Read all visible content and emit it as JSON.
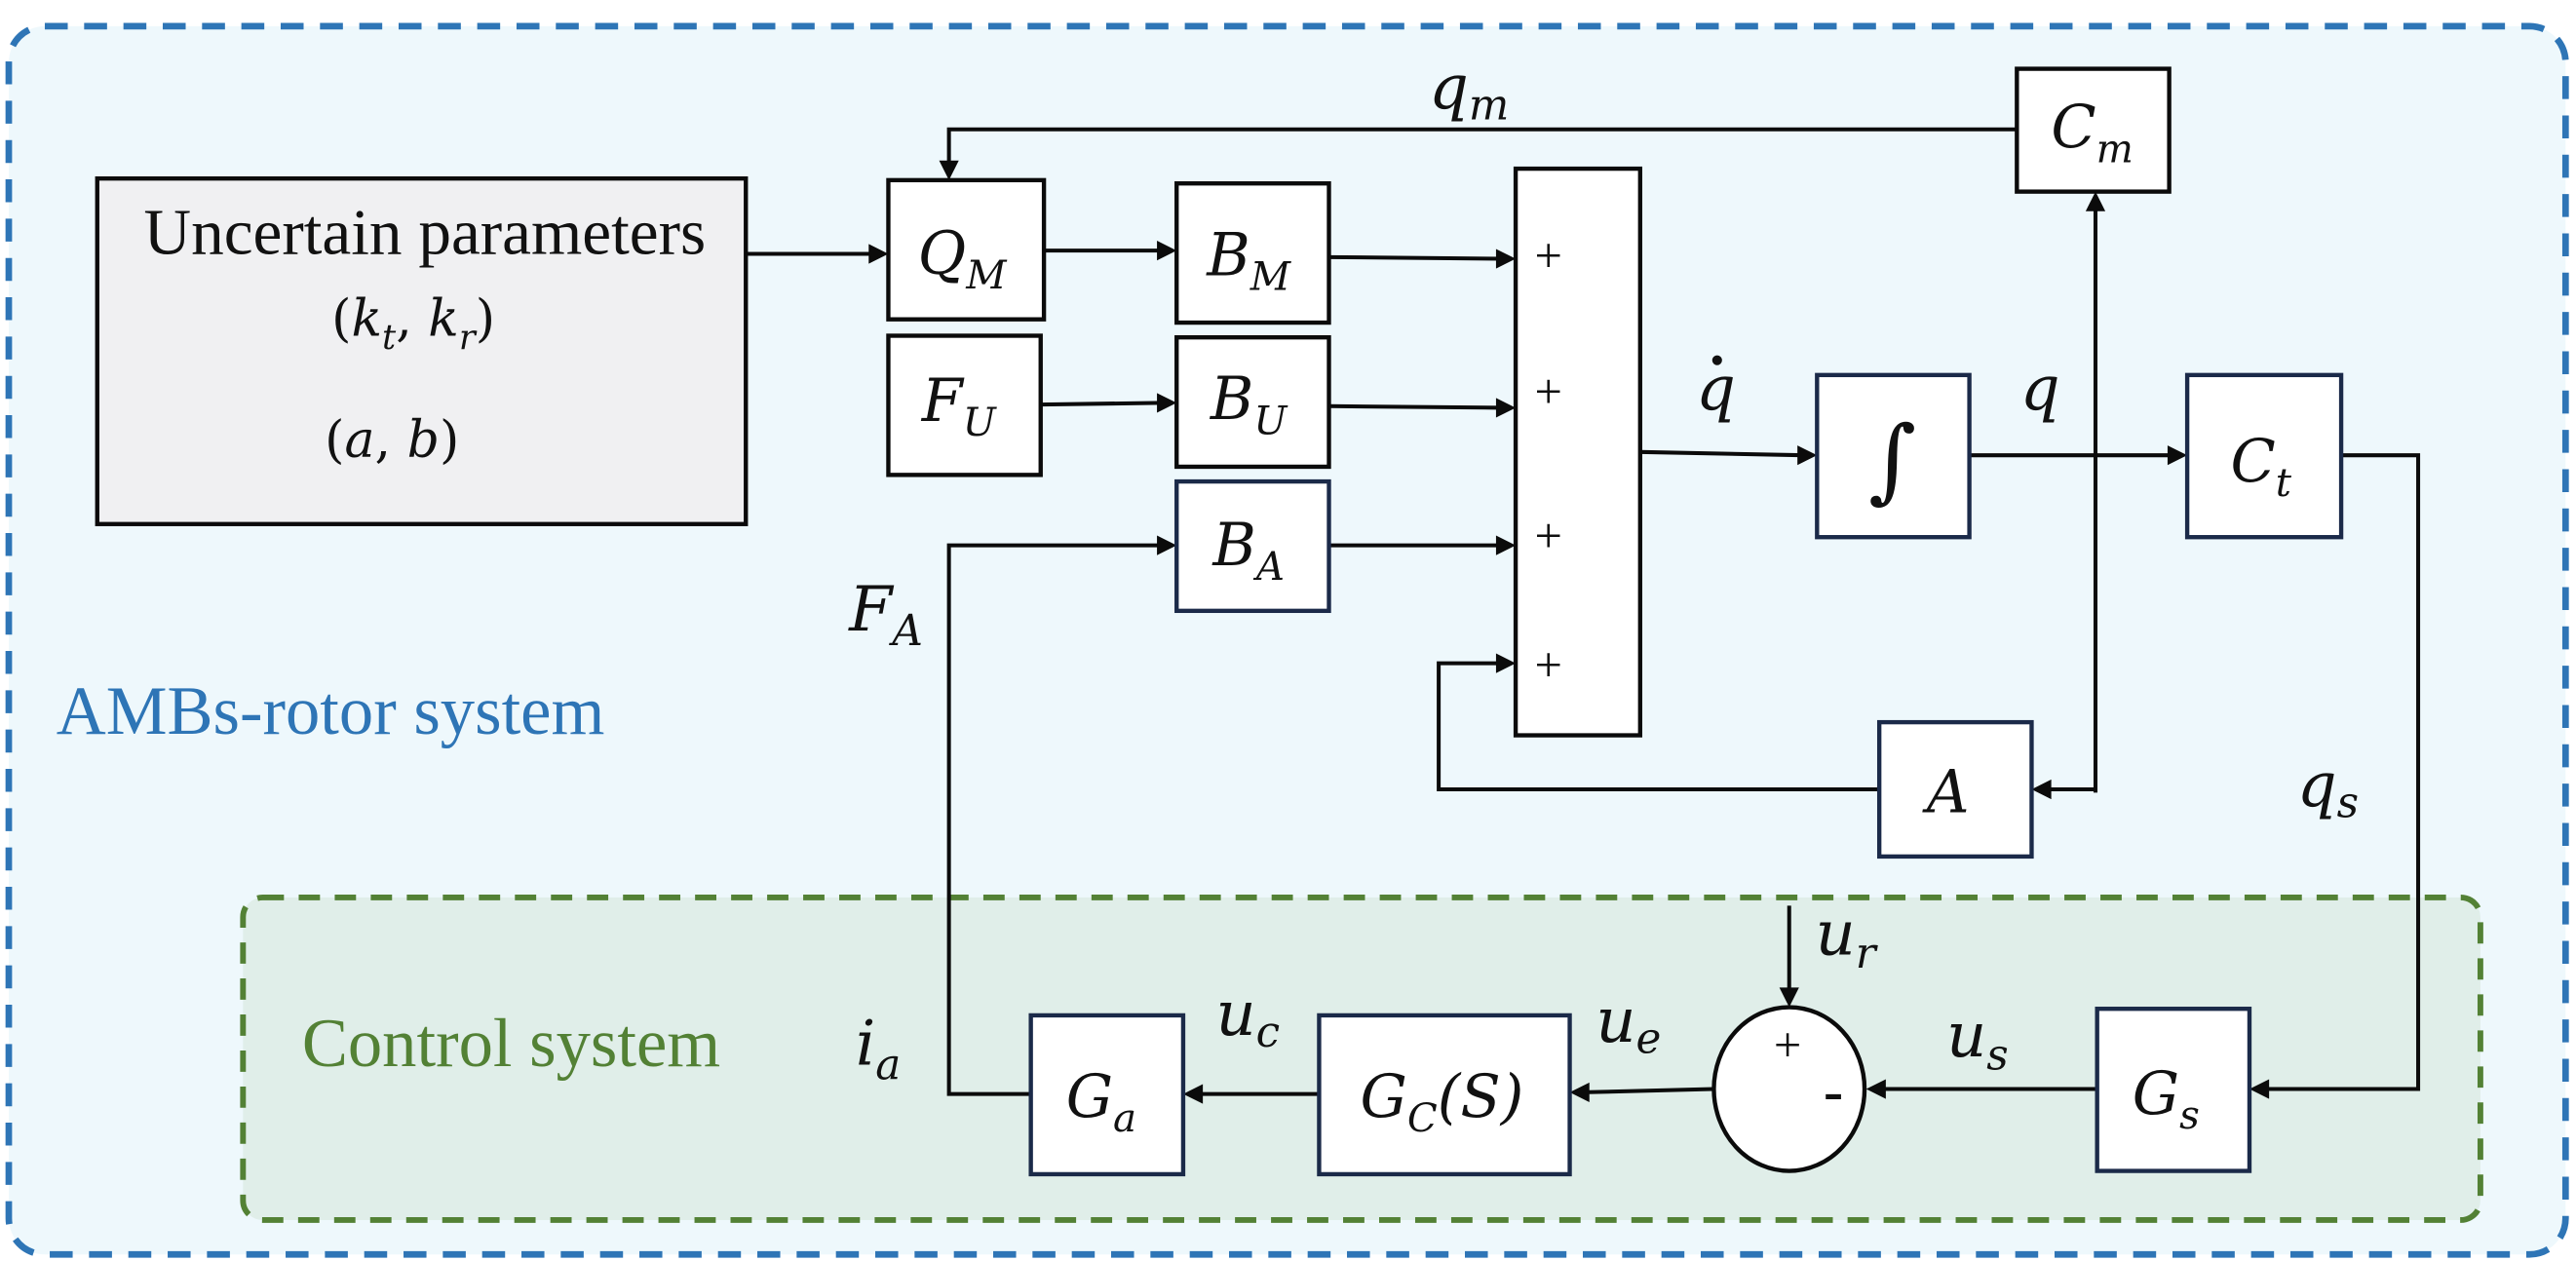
{
  "colors": {
    "outer_border": "#2e75b6",
    "outer_fill": "#eef8fc",
    "control_border": "#538135",
    "control_fill": "#e0eee9",
    "param_fill": "#f0f0f2",
    "line": "#0b0b0b",
    "outer_label": "#2e75b6",
    "control_label": "#538135"
  },
  "regions": {
    "outer_label": "AMBs-rotor system",
    "control_label": "Control system"
  },
  "param_box": {
    "title": "Uncertain parameters",
    "line1": {
      "open": "(",
      "k1": "k",
      "k1_sub": "t",
      "sep": ", ",
      "k2": "k",
      "k2_sub": "r",
      "close": ")"
    },
    "line2": {
      "open": "(",
      "a": "a",
      "sep": ", ",
      "b": "b",
      "close": ")"
    }
  },
  "blocks": {
    "qm": {
      "main": "Q",
      "sub": "M"
    },
    "bm": {
      "main": "B",
      "sub": "M"
    },
    "fu": {
      "main": "F",
      "sub": "U"
    },
    "bu": {
      "main": "B",
      "sub": "U"
    },
    "ba": {
      "main": "B",
      "sub": "A"
    },
    "integrator": {
      "main": "∫"
    },
    "cm": {
      "main": "C",
      "sub": "m"
    },
    "ct": {
      "main": "C",
      "sub": "t"
    },
    "a": {
      "main": "A"
    },
    "ga": {
      "main": "G",
      "sub": "a"
    },
    "gc": {
      "main": "G",
      "sub": "C",
      "suffix": "(S)"
    },
    "gs": {
      "main": "G",
      "sub": "s"
    }
  },
  "summation": {
    "signs": [
      "+",
      "+",
      "+",
      "+"
    ]
  },
  "comparator": {
    "plus": "+",
    "minus": "-"
  },
  "signals": {
    "qm": {
      "main": "q",
      "sub": "m"
    },
    "qdot": {
      "main": "q",
      "dot": "˙"
    },
    "q": {
      "main": "q"
    },
    "qs": {
      "main": "q",
      "sub": "s"
    },
    "fa": {
      "main": "F",
      "sub": "A"
    },
    "ia": {
      "main": "i",
      "sub": "a"
    },
    "uc": {
      "main": "u",
      "sub": "c"
    },
    "ue": {
      "main": "u",
      "sub": "e"
    },
    "ur": {
      "main": "u",
      "sub": "r"
    },
    "us": {
      "main": "u",
      "sub": "s"
    }
  }
}
